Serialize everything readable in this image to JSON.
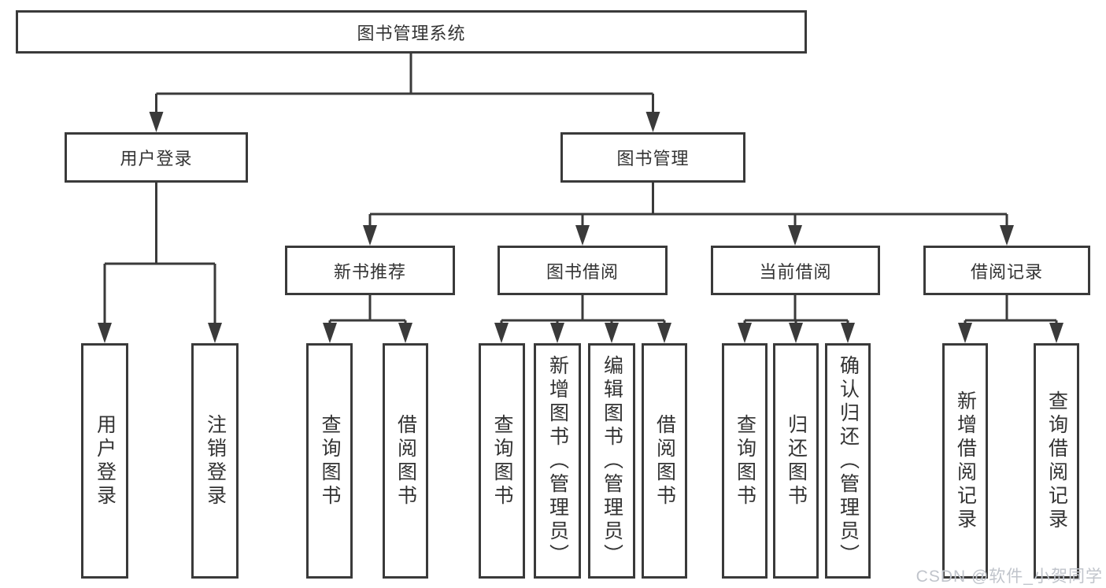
{
  "diagram": {
    "root": "图书管理系统",
    "level2": {
      "user_login": "用户登录",
      "book_management": "图书管理"
    },
    "level3": {
      "new_book_recommend": "新书推荐",
      "book_borrowing": "图书借阅",
      "current_borrowing": "当前借阅",
      "borrowing_records": "借阅记录"
    },
    "leaves": {
      "user_login": "用户登录",
      "logout": "注销登录",
      "recommend_query_books": "查询图书",
      "recommend_borrow_books": "借阅图书",
      "borrowing_query_books": "查询图书",
      "borrowing_add_books": "新增图书（管理员）",
      "borrowing_edit_books": "编辑图书（管理员）",
      "borrowing_borrow_books": "借阅图书",
      "current_query_books": "查询图书",
      "current_return_books": "归还图书",
      "current_confirm_return": "确认归还（管理员）",
      "records_add_record": "新增借阅记录",
      "records_query_record": "查询借阅记录"
    }
  },
  "watermark": "CSDN @软件_小贺同学",
  "colors": {
    "line": "#3a3a3a",
    "text": "#333333",
    "watermark": "#c0c4cb",
    "background": "#ffffff"
  }
}
